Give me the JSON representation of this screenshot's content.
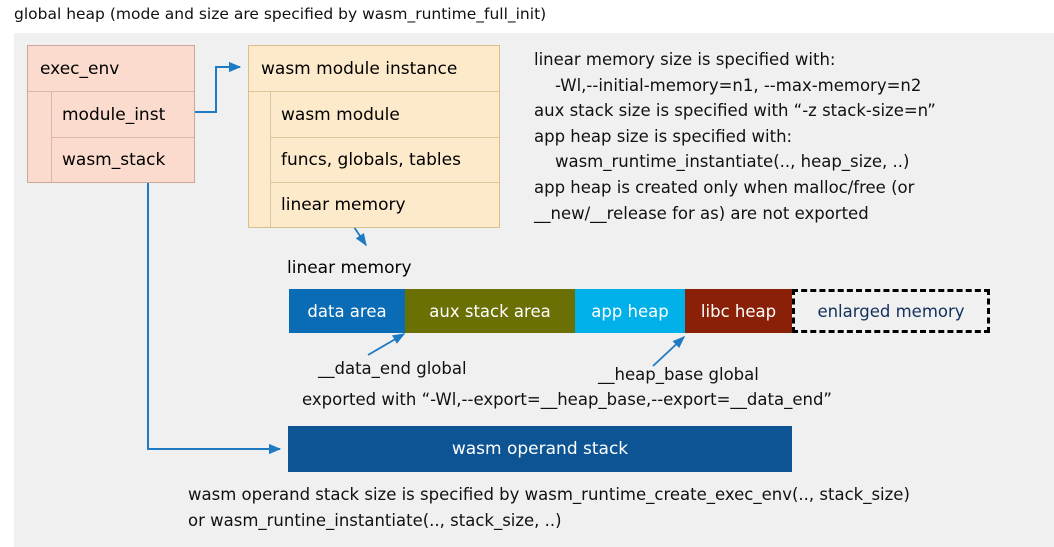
{
  "title": "global heap (mode and size are specified by wasm_runtime_full_init)",
  "colors": {
    "panel_bg": "#f0f0f0",
    "exec_env_fill": "#fbdbcd",
    "exec_env_border": "#d9b8ab",
    "module_fill": "#fdeacb",
    "module_border": "#ddc69b",
    "arrow": "#1f7ac4",
    "data_area": "#0a6cb5",
    "aux_stack_area": "#6b7005",
    "app_heap": "#00b0e8",
    "libc_heap": "#8b2008",
    "enlarged_memory_text": "#12305c",
    "operand_stack": "#0d5494"
  },
  "exec_env": {
    "header": "exec_env",
    "rows": [
      {
        "label": "module_inst"
      },
      {
        "label": "wasm_stack"
      }
    ]
  },
  "module_instance": {
    "header": "wasm module instance",
    "rows": [
      {
        "label": "wasm module"
      },
      {
        "label": "funcs, globals, tables"
      },
      {
        "label": "linear memory"
      }
    ]
  },
  "notes": {
    "right": "linear memory size is specified with:\n    -Wl,--initial-memory=n1, --max-memory=n2\naux stack size is specified with “-z stack-size=n”\napp heap size is specified with:\n    wasm_runtime_instantiate(.., heap_size, ..)\napp heap is created only when malloc/free (or\n__new/__release for as) are not exported",
    "bottom": "wasm operand stack size is specified by wasm_runtime_create_exec_env(.., stack_size)\nor wasm_runtine_instantiate(.., stack_size, ..)"
  },
  "linear_memory": {
    "label": "linear memory",
    "segments": [
      {
        "label": "data area",
        "color": "#0a6cb5",
        "width": 116,
        "style": "solid"
      },
      {
        "label": "aux stack area",
        "color": "#6b7005",
        "width": 170,
        "style": "solid"
      },
      {
        "label": "app heap",
        "color": "#00b0e8",
        "width": 110,
        "style": "solid"
      },
      {
        "label": "libc heap",
        "color": "#8b2008",
        "width": 107,
        "style": "solid"
      },
      {
        "label": "enlarged memory",
        "color": "#f0f0f0",
        "width": 198,
        "style": "dashed"
      }
    ]
  },
  "annotations": {
    "data_end": "__data_end global",
    "heap_base": "__heap_base global",
    "exported_with": "exported with “-Wl,--export=__heap_base,--export=__data_end”"
  },
  "operand_stack": {
    "label": "wasm operand stack"
  },
  "icons": {
    "arrow_module_inst": "elbow-arrow-icon",
    "arrow_wasm_stack": "elbow-arrow-icon",
    "arrow_linear_memory": "diagonal-arrow-icon",
    "arrow_data_end": "diagonal-arrow-icon",
    "arrow_heap_base": "diagonal-arrow-icon"
  }
}
